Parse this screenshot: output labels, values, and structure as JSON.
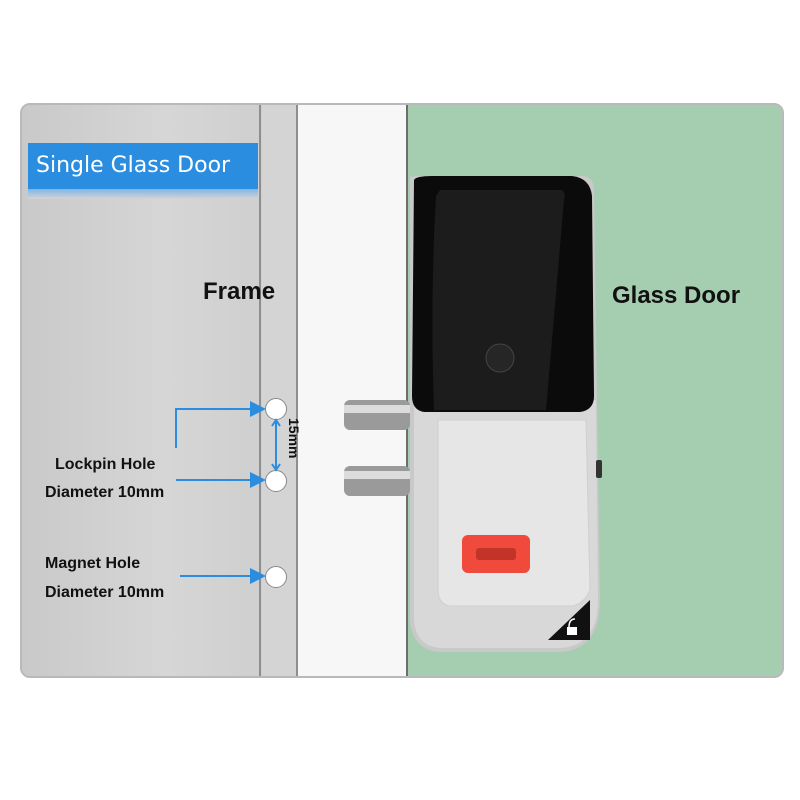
{
  "title": "Single Glass Door",
  "labels": {
    "frame": "Frame",
    "glass_door": "Glass Door",
    "lockpin_line1": "Lockpin Hole",
    "lockpin_line2": "Diameter 10mm",
    "magnet_line1": "Magnet Hole",
    "magnet_line2": "Diameter 10mm",
    "spacing": "15mm"
  },
  "colors": {
    "badge": "#2b8de0",
    "glass": "#a5cdb0",
    "arrow": "#2b8de0",
    "button": "#ef4a3c"
  }
}
